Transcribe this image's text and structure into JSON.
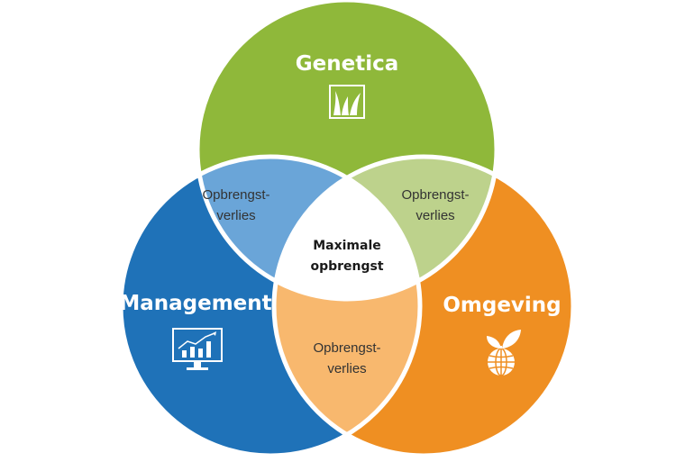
{
  "diagram": {
    "circles": {
      "genetica": {
        "label": "Genetica",
        "color": "#8fb83a",
        "icon": "grass-icon"
      },
      "management": {
        "label": "Management",
        "color": "#1f72b8",
        "icon": "monitor-chart-icon"
      },
      "omgeving": {
        "label": "Omgeving",
        "color": "#ef8f22",
        "icon": "globe-plant-icon"
      }
    },
    "overlaps": {
      "genetica_management": {
        "line1": "Opbrengst-",
        "line2": "verlies",
        "color": "#6aa5d8"
      },
      "genetica_omgeving": {
        "line1": "Opbrengst-",
        "line2": "verlies",
        "color": "#bdd28c"
      },
      "management_omgeving": {
        "line1": "Opbrengst-",
        "line2": "verlies",
        "color": "#f8b86e"
      }
    },
    "center": {
      "line1": "Maximale",
      "line2": "opbrengst",
      "color": "#ffffff"
    }
  }
}
